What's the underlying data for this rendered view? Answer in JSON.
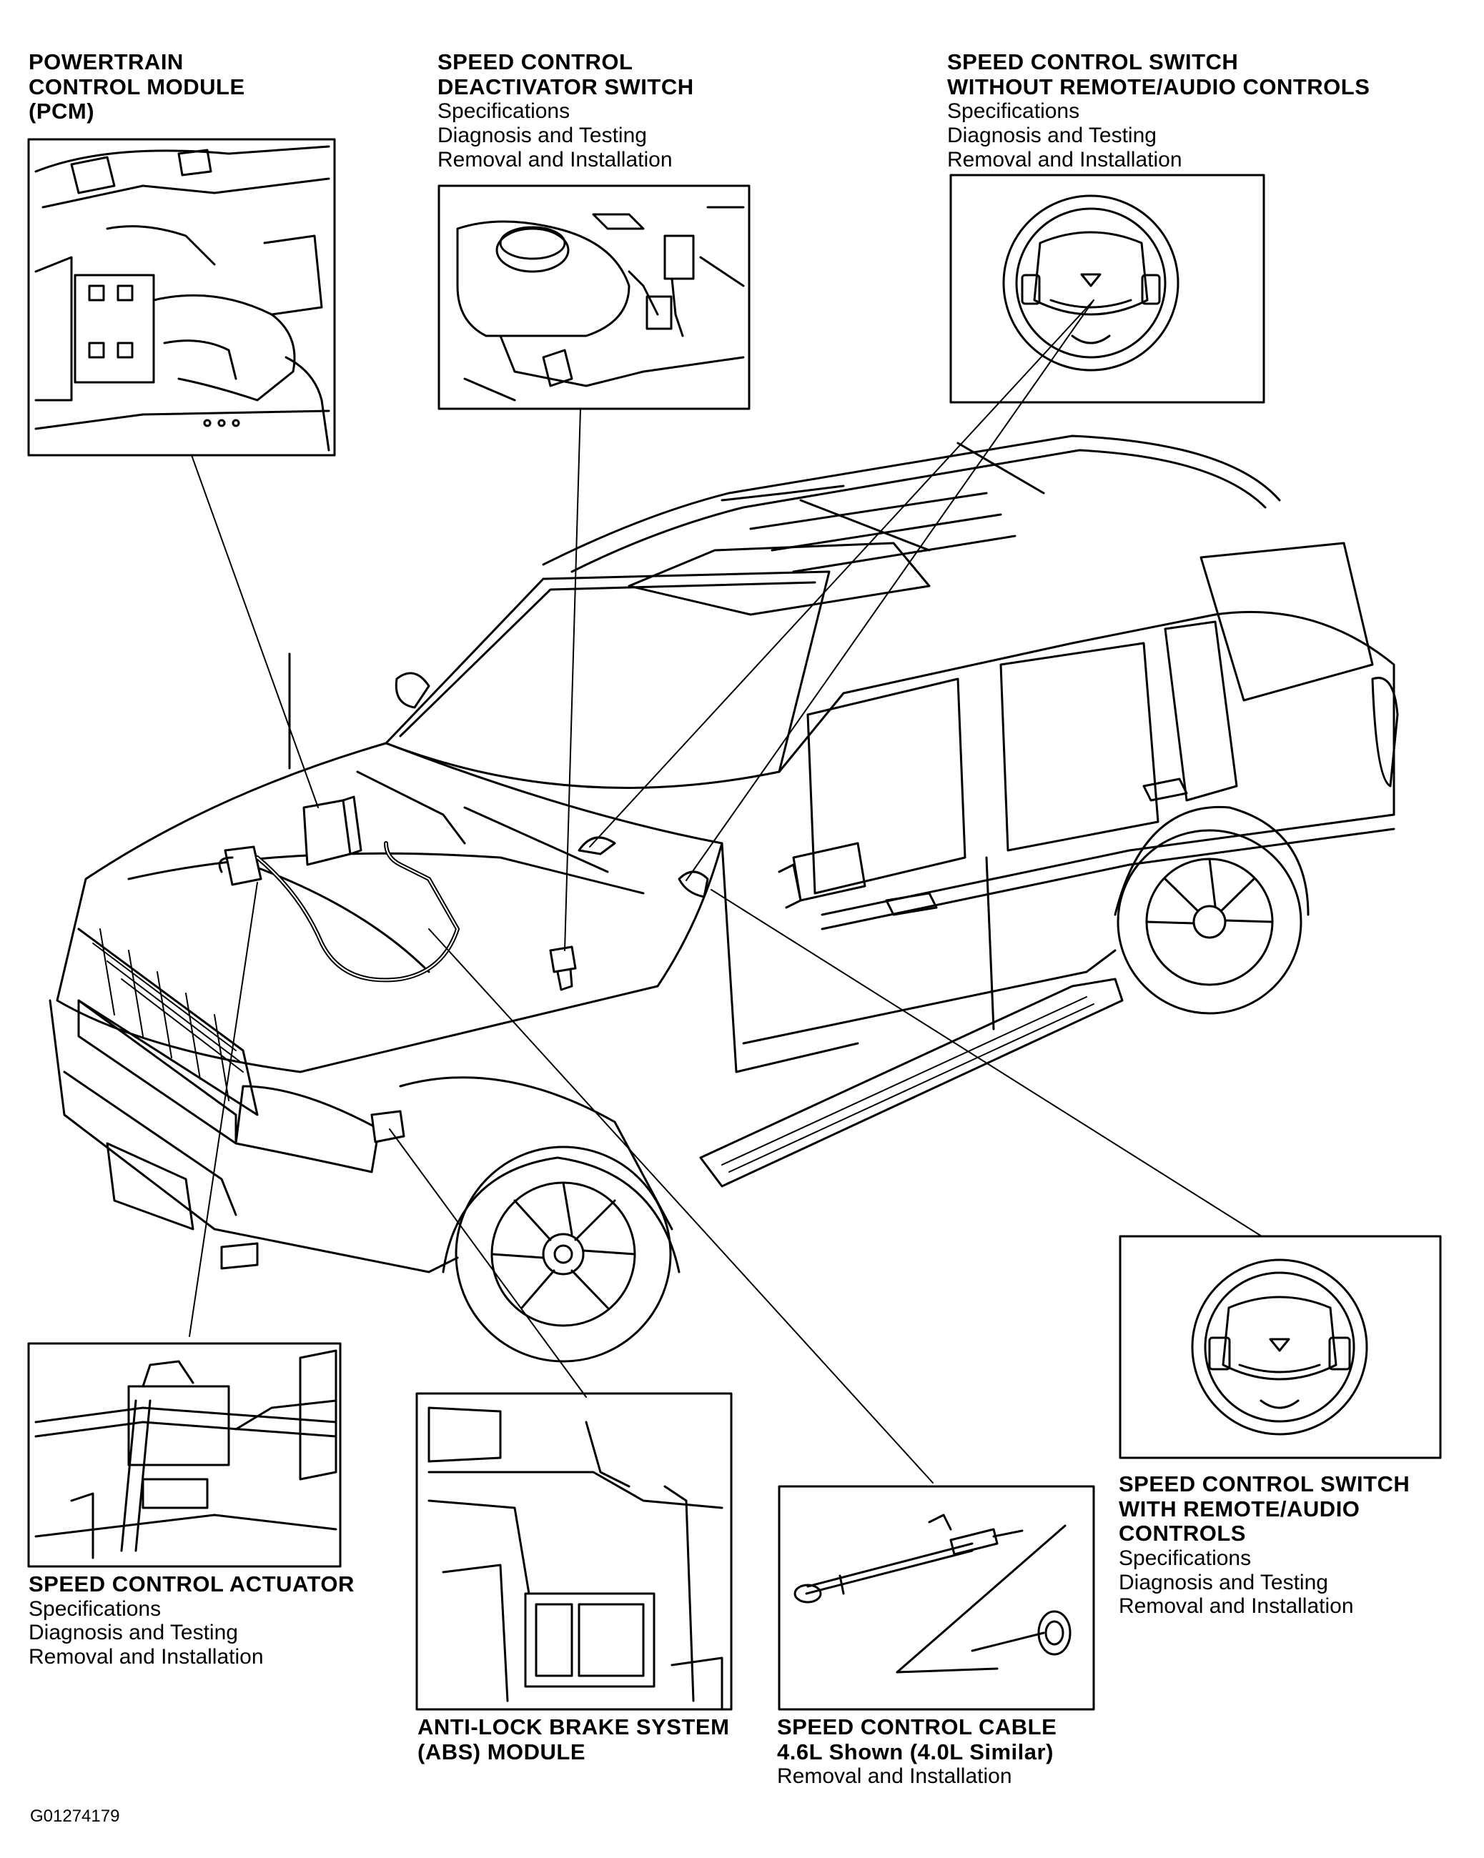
{
  "figure_id": "G01274179",
  "labels": {
    "pcm": {
      "title": [
        "POWERTRAIN",
        "CONTROL MODULE",
        "(PCM)"
      ],
      "links": []
    },
    "deactivator": {
      "title": [
        "SPEED CONTROL",
        "DEACTIVATOR SWITCH"
      ],
      "links": [
        "Specifications",
        "Diagnosis and Testing",
        "Removal and Installation"
      ]
    },
    "switch_no_remote": {
      "title": [
        "SPEED CONTROL SWITCH",
        "WITHOUT REMOTE/AUDIO CONTROLS"
      ],
      "links": [
        "Specifications",
        "Diagnosis and Testing",
        "Removal and Installation"
      ]
    },
    "actuator": {
      "title": [
        "SPEED CONTROL ACTUATOR"
      ],
      "links": [
        "Specifications",
        "Diagnosis and Testing",
        "Removal and Installation"
      ]
    },
    "abs": {
      "title": [
        "ANTI-LOCK BRAKE SYSTEM",
        "(ABS) MODULE"
      ],
      "links": []
    },
    "cable": {
      "title": [
        "SPEED CONTROL CABLE",
        "4.6L Shown (4.0L Similar)"
      ],
      "links": [
        "Removal and Installation"
      ]
    },
    "switch_remote": {
      "title": [
        "SPEED CONTROL SWITCH",
        "WITH REMOTE/AUDIO",
        "CONTROLS"
      ],
      "links": [
        "Specifications",
        "Diagnosis and Testing",
        "Removal and Installation"
      ]
    }
  }
}
